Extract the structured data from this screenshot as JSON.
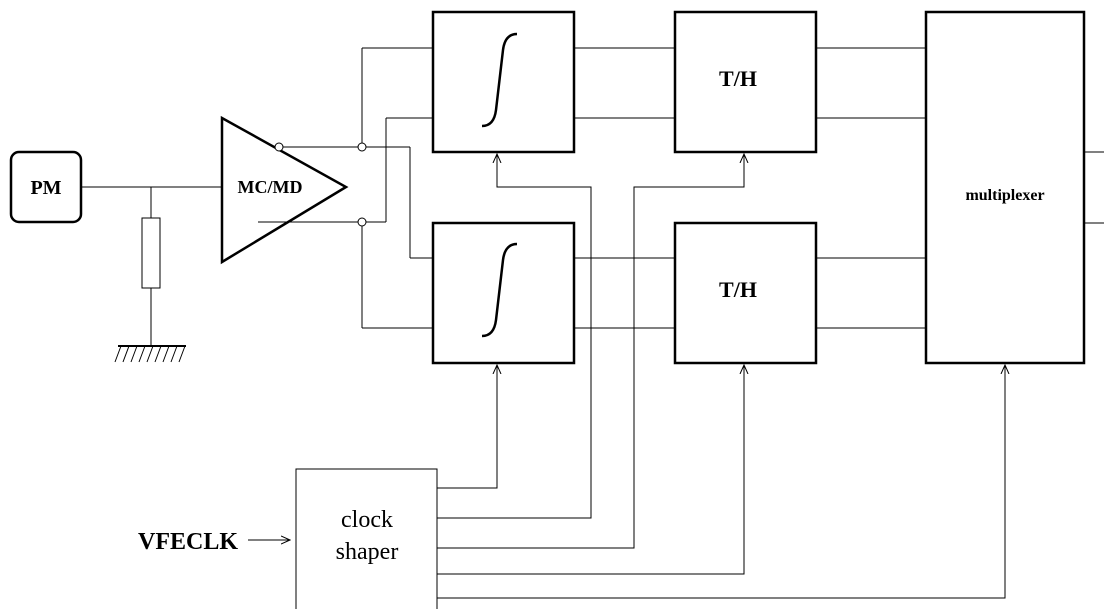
{
  "blocks": {
    "pm": "PM",
    "amplifier": "MC/MD",
    "track_hold": "T/H",
    "multiplexer": "multiplexer",
    "clock_shaper_line1": "clock",
    "clock_shaper_line2": "shaper"
  },
  "inputs": {
    "clock": "VFECLK"
  },
  "colors": {
    "stroke": "#000000",
    "background": "#ffffff"
  }
}
